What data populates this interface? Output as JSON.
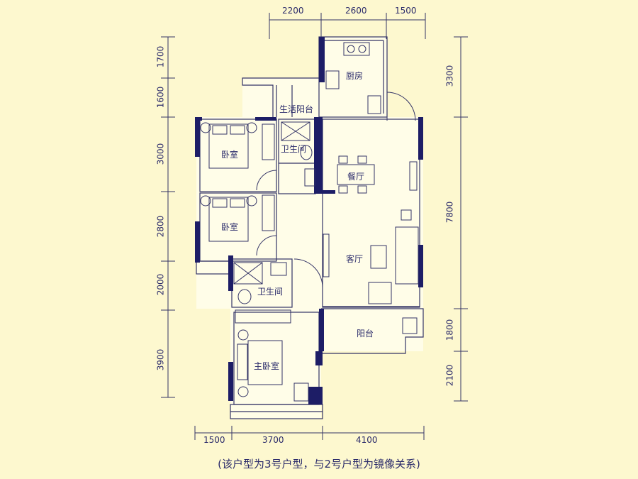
{
  "rooms": {
    "kitchen": "厨房",
    "utility_balcony": "生活阳台",
    "bedroom_1": "卧室",
    "bedroom_2": "卧室",
    "bathroom_1": "卫生间",
    "bathroom_2": "卫生间",
    "dining": "餐厅",
    "living": "客厅",
    "balcony": "阳台",
    "master_bedroom": "主卧室"
  },
  "dimensions": {
    "top": [
      "2200",
      "2600",
      "1500"
    ],
    "bottom": [
      "1500",
      "3700",
      "4100"
    ],
    "left": [
      "1700",
      "1600",
      "3000",
      "2800",
      "2000",
      "3900"
    ],
    "right": [
      "3300",
      "7800",
      "1800",
      "2100"
    ]
  },
  "caption": "(该户型为3号户型，与2号户型为镜像关系)",
  "colors": {
    "background": "#fdf8cf",
    "wall": "#1d1d66",
    "line": "#333366",
    "floor": "#fffde8"
  }
}
